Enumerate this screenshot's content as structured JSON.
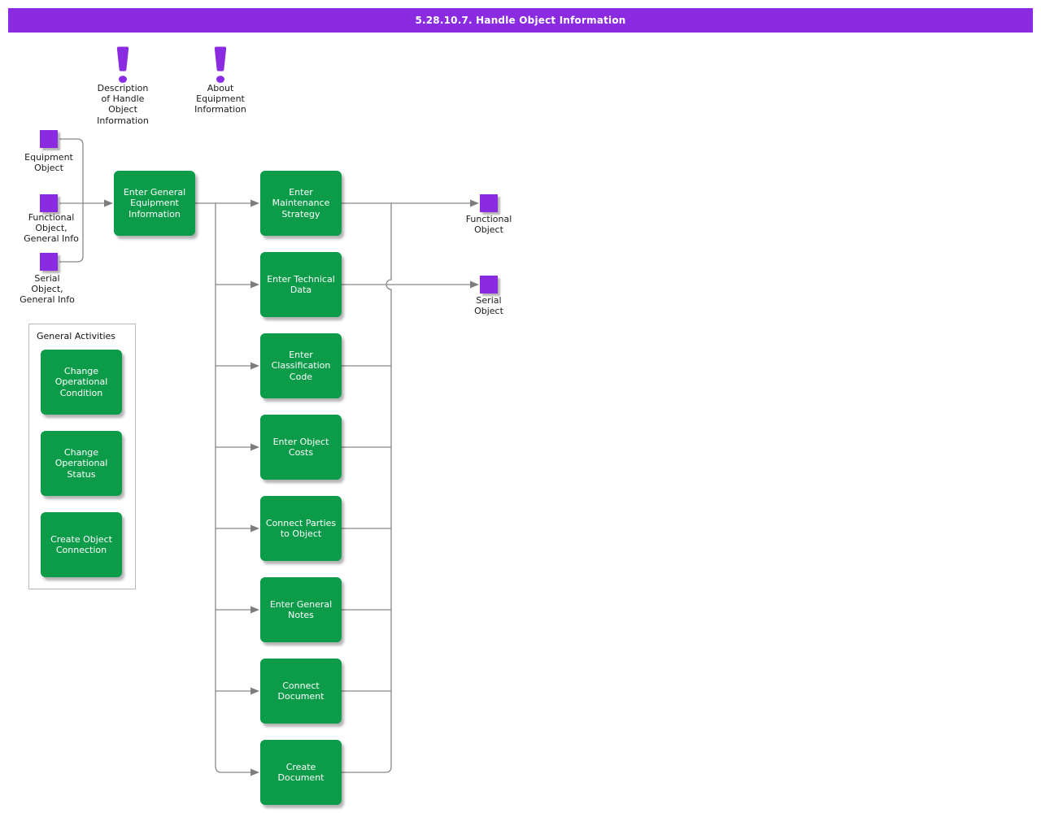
{
  "title": "5.28.10.7. Handle Object Information",
  "colors": {
    "header_bar": "#8a2be2",
    "activity_node": "#0c9b49",
    "object_marker": "#8a2be2",
    "connector_line": "#878787",
    "node_text": "#ffffff",
    "label_text": "#1a1a1a"
  },
  "notes": [
    {
      "label": "Description\nof Handle\nObject\nInformation"
    },
    {
      "label": "About\nEquipment\nInformation"
    }
  ],
  "inputs": [
    {
      "label": "Equipment\nObject"
    },
    {
      "label": "Functional\nObject,\nGeneral Info"
    },
    {
      "label": "Serial\nObject,\nGeneral Info"
    }
  ],
  "process": {
    "start": {
      "label": "Enter General\nEquipment\nInformation"
    },
    "steps": [
      {
        "label": "Enter\nMaintenance\nStrategy"
      },
      {
        "label": "Enter Technical\nData"
      },
      {
        "label": "Enter\nClassification\nCode"
      },
      {
        "label": "Enter Object\nCosts"
      },
      {
        "label": "Connect Parties\nto Object"
      },
      {
        "label": "Enter General\nNotes"
      },
      {
        "label": "Connect\nDocument"
      },
      {
        "label": "Create\nDocument"
      }
    ]
  },
  "outputs": [
    {
      "label": "Functional\nObject"
    },
    {
      "label": "Serial\nObject"
    }
  ],
  "general_activities": {
    "title": "General Activities",
    "items": [
      {
        "label": "Change\nOperational\nCondition"
      },
      {
        "label": "Change\nOperational\nStatus"
      },
      {
        "label": "Create Object\nConnection"
      }
    ]
  }
}
